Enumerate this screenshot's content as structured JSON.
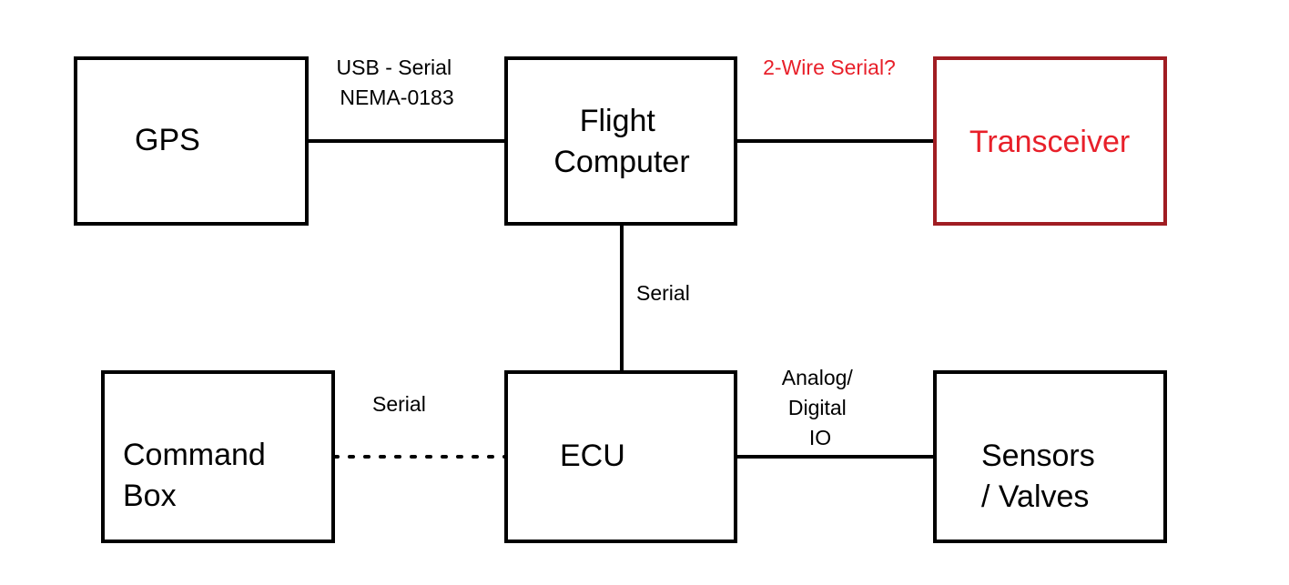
{
  "colors": {
    "default": "#000000",
    "highlight": "#e8202a",
    "highlight_border": "#a01d22",
    "background": "#ffffff"
  },
  "nodes": {
    "gps": {
      "lines": [
        "GPS"
      ]
    },
    "flight_computer": {
      "lines": [
        "Flight",
        "Computer"
      ]
    },
    "transceiver": {
      "lines": [
        "Transceiver"
      ]
    },
    "command_box": {
      "lines": [
        "Command",
        "Box"
      ]
    },
    "ecu": {
      "lines": [
        "ECU"
      ]
    },
    "sensors_valves": {
      "lines": [
        "Sensors",
        "/ Valves"
      ]
    }
  },
  "edges": {
    "gps_fc": {
      "lines": [
        "USB - Serial",
        "NEMA-0183"
      ]
    },
    "fc_transceiver": {
      "lines": [
        "2-Wire Serial?"
      ]
    },
    "fc_ecu": {
      "lines": [
        "Serial"
      ]
    },
    "cmd_ecu": {
      "lines": [
        "Serial"
      ]
    },
    "ecu_sensors": {
      "lines": [
        "Analog/",
        "Digital",
        "IO"
      ]
    }
  }
}
